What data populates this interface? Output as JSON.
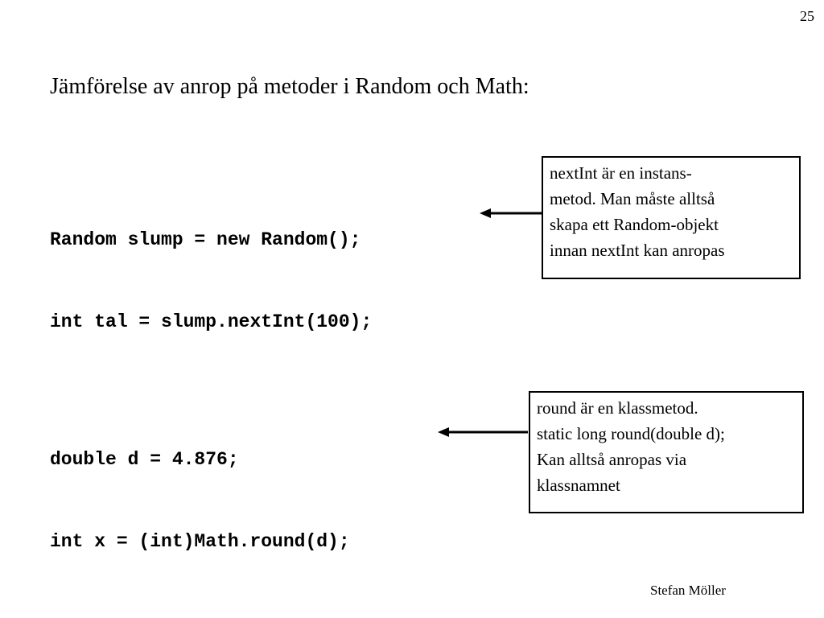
{
  "slide": {
    "number": "25",
    "title": "Jämförelse av anrop på metoder i Random och Math:",
    "footer": "Stefan Möller"
  },
  "examples": [
    {
      "code_lines": [
        "Random slump = new Random();",
        "int tal = slump.nextInt(100);"
      ],
      "note_lines": [
        "nextInt är en instans-",
        "metod. Man måste alltså",
        "skapa ett Random-objekt",
        "innan nextInt kan anropas"
      ]
    },
    {
      "code_lines": [
        "double d = 4.876;",
        "int x = (int)Math.round(d);"
      ],
      "note_lines": [
        "round är en klassmetod.",
        "static long round(double d);",
        "Kan alltså anropas via",
        "klassnamnet"
      ]
    }
  ]
}
